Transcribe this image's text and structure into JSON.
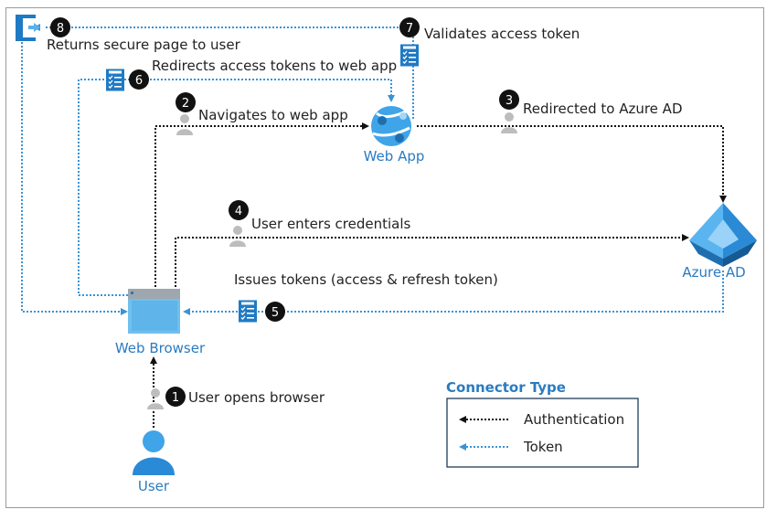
{
  "nodes": {
    "user": "User",
    "browser": "Web Browser",
    "webapp": "Web App",
    "azuread": "Azure AD"
  },
  "steps": [
    {
      "num": "1",
      "text": "User opens browser"
    },
    {
      "num": "2",
      "text": "Navigates to web app"
    },
    {
      "num": "3",
      "text": "Redirected to Azure AD"
    },
    {
      "num": "4",
      "text": "User enters credentials"
    },
    {
      "num": "5",
      "text": "Issues tokens (access & refresh token)"
    },
    {
      "num": "6",
      "text": "Redirects access tokens to web app"
    },
    {
      "num": "7",
      "text": "Validates access token"
    },
    {
      "num": "8",
      "text": "Returns secure page to user"
    }
  ],
  "legend": {
    "title": "Connector Type",
    "authentication": "Authentication",
    "token": "Token"
  },
  "colors": {
    "accent": "#2b7bc0",
    "auth_line": "#111111",
    "token_line": "#3a93d6",
    "badge": "#111111",
    "person": "#bdbdbd"
  },
  "icons": {
    "user": "user-icon",
    "browser": "browser-window-icon",
    "webapp": "web-app-globe-icon",
    "azuread": "azure-ad-pyramid-icon",
    "token": "token-document-icon",
    "exit": "sign-out-icon",
    "person": "person-icon"
  }
}
